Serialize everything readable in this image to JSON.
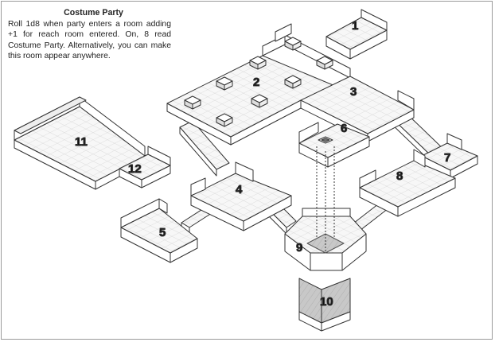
{
  "note": {
    "title": "Costume Party",
    "body": "Roll 1d8 when party enters a room adding +1 for reach room entered. On, 8 read Costume Party. Alternatively, you can make this room appear anywhere."
  },
  "rooms": [
    {
      "id": "room-1",
      "label": "1"
    },
    {
      "id": "room-2",
      "label": "2"
    },
    {
      "id": "room-3",
      "label": "3"
    },
    {
      "id": "room-4",
      "label": "4"
    },
    {
      "id": "room-5",
      "label": "5"
    },
    {
      "id": "room-6",
      "label": "6"
    },
    {
      "id": "room-7",
      "label": "7"
    },
    {
      "id": "room-8",
      "label": "8"
    },
    {
      "id": "room-9",
      "label": "9"
    },
    {
      "id": "room-10",
      "label": "10"
    },
    {
      "id": "room-11",
      "label": "11"
    },
    {
      "id": "room-12",
      "label": "12"
    }
  ],
  "colors": {
    "line": "#333333",
    "floor": "#f7f7f7",
    "grid": "#c9c9c9",
    "wall": "#ffffff",
    "shaft": "#c0c0c0",
    "frame": "#9a9a9a"
  }
}
